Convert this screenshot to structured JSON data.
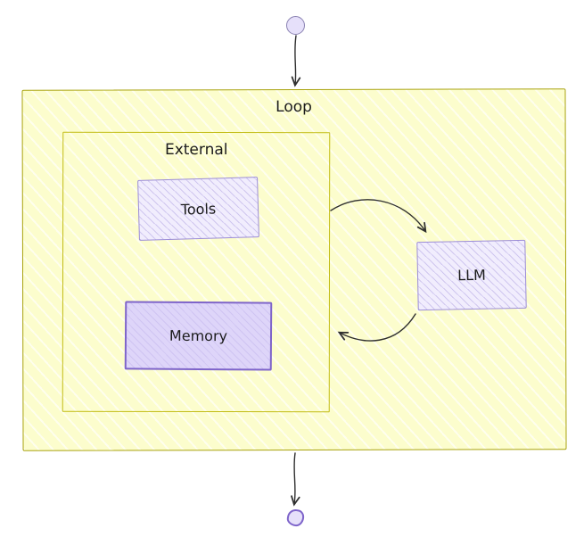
{
  "diagram": {
    "nodes": {
      "start": {
        "label": ""
      },
      "loop": {
        "label": "Loop"
      },
      "external": {
        "label": "External"
      },
      "tools": {
        "label": "Tools"
      },
      "memory": {
        "label": "Memory"
      },
      "llm": {
        "label": "LLM"
      },
      "end": {
        "label": ""
      }
    },
    "edges": [
      {
        "from": "start",
        "to": "loop"
      },
      {
        "from": "external",
        "to": "llm"
      },
      {
        "from": "llm",
        "to": "external"
      },
      {
        "from": "loop",
        "to": "end"
      }
    ],
    "colors": {
      "loop_fill": "#fcfdcd",
      "loop_border": "#a9a30f",
      "external_border": "#c2bc15",
      "lavender_fill": "#f1edfd",
      "lavender_border": "#9c8dd7",
      "memory_fill": "#ded5f9",
      "memory_border": "#7e64ca",
      "terminal_fill": "#e6e0fa",
      "arrow": "#2f2f2f",
      "text": "#1b1b1b"
    }
  }
}
